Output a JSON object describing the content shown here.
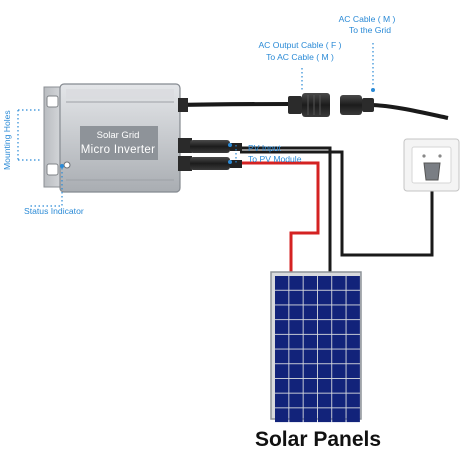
{
  "labels": {
    "ac_cable_male_line1": "AC Cable ( M )",
    "ac_cable_male_line2": "To the Grid",
    "ac_output_line1": "AC Output Cable ( F )",
    "ac_output_line2": "To AC Cable ( M )",
    "pv_input_line1": "PV Input",
    "pv_input_line2": "To PV Module",
    "mounting_holes": "Mounting Holes",
    "status_indicator": "Status Indicator"
  },
  "inverter": {
    "brand_text": "Solar Grid",
    "model_text": "Micro Inverter"
  },
  "caption": "Solar Panels",
  "colors": {
    "callout_blue": "#2a8ad6",
    "positive_wire": "#d42222",
    "negative_wire": "#111111",
    "panel_cell": "#12237a",
    "inverter_body": "#c9ccd0"
  }
}
